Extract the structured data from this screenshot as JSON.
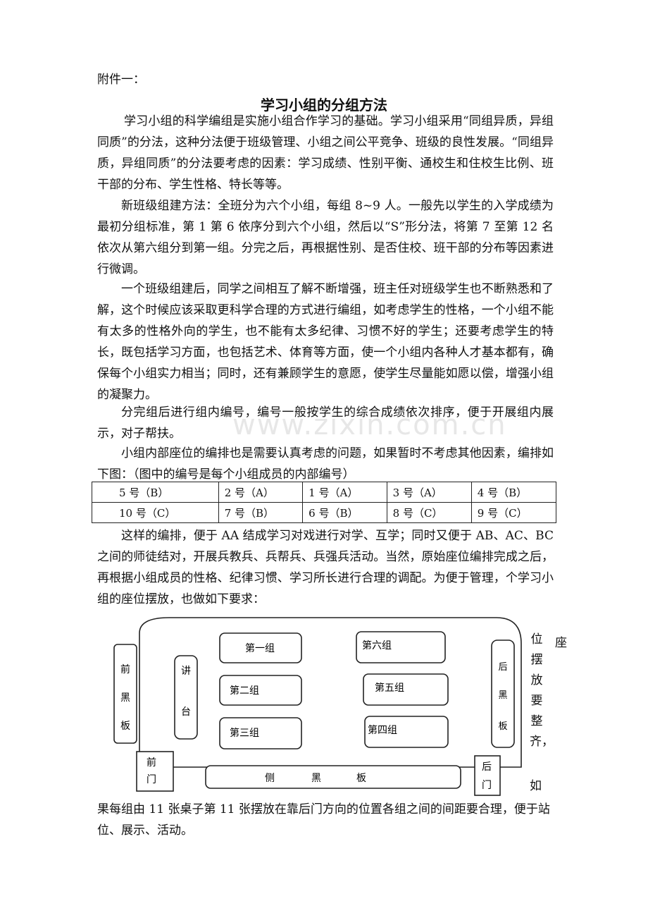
{
  "watermark": "www.zixin.com.cn",
  "header": {
    "attachment": "附件一：",
    "title": "学习小组的分组方法"
  },
  "paragraphs": {
    "p1": "学习小组的科学编组是实施小组合作学习的基础。学习小组采用“同组异质，异组同质”的分法，这种分法便于班级管理、小组之间公平竞争、班级的良性发展。“同组异质，异组同质”的分法要考虑的因素：学习成绩、性别平衡、通校生和住校生比例、班干部的分布、学生性格、特长等等。",
    "p2": "新班级组建方法：全班分为六个小组，每组 8~9 人。一般先以学生的入学成绩为最初分组标准，第 1 第 6 依序分到六个小组，然后以“S”形分法，将第 7 至第 12 名依次从第六组分到第一组。分完之后，再根据性别、是否住校、班干部的分布等因素进行微调。",
    "p3": "一个班级组建后，同学之间相互了解不断增强，班主任对班级学生也不断熟悉和了解，这个时候应该采取更科学合理的方式进行编组，如考虑学生的性格，一个小组不能有太多的性格外向的学生，也不能有太多纪律、习惯不好的学生；还要考虑学生的特长，既包括学习方面，也包括艺术、体育等方面，使一个小组内各种人才基本都有，确保每个小组实力相当；同时，还有兼顾学生的意愿，使学生尽量能如愿以偿，增强小组的凝聚力。",
    "p4": "分完组后进行组内编号，编号一般按学生的综合成绩依次排序，便于开展组内展示，对子帮扶。",
    "p5": "小组内部座位的编排也是需要认真考虑的问题，如果暂时不考虑其他因素，编排如下图：（图中的编号是每个小组成员的内部编号）",
    "p6": "这样的编排，便于 AA 结成学习对戏进行对学、互学；同时又便于 AB、AC、BC 之间的师徒结对，开展兵教兵、兵帮兵、兵强兵活动。当然，原始座位编排完成之后，再根据小组成员的性格、纪律习惯、学习所长进行合理的调配。为便于管理，个学习小组的座位摆放，也做如下要求：",
    "p7": "果每组由 11 张桌子第 11 张摆放在靠后门方向的位置各组之间的间距要合理，便于站位、展示、活动。"
  },
  "seat_table": [
    [
      "5 号（B）",
      "2 号（A）",
      "1 号（A）",
      "3 号（A）",
      "4 号（B）"
    ],
    [
      "10 号（C）",
      "7 号（B）",
      "6 号（B）",
      "8 号（C）",
      "9 号（C）"
    ]
  ],
  "diagram": {
    "front_board": [
      "前",
      "黑",
      "板"
    ],
    "podium": [
      "讲",
      "台"
    ],
    "back_board": [
      "后",
      "黑",
      "板"
    ],
    "front_door": [
      "前",
      "门"
    ],
    "back_door": [
      "后",
      "门"
    ],
    "side_board": [
      "侧",
      "黑",
      "板"
    ],
    "groups": [
      "第一组",
      "第二组",
      "第三组",
      "第六组",
      "第五组",
      "第四组"
    ]
  },
  "side_text": {
    "zuo": "座",
    "vertical": [
      "位",
      "摆",
      "放",
      "要",
      "整",
      "齐，"
    ],
    "ru": "如"
  }
}
